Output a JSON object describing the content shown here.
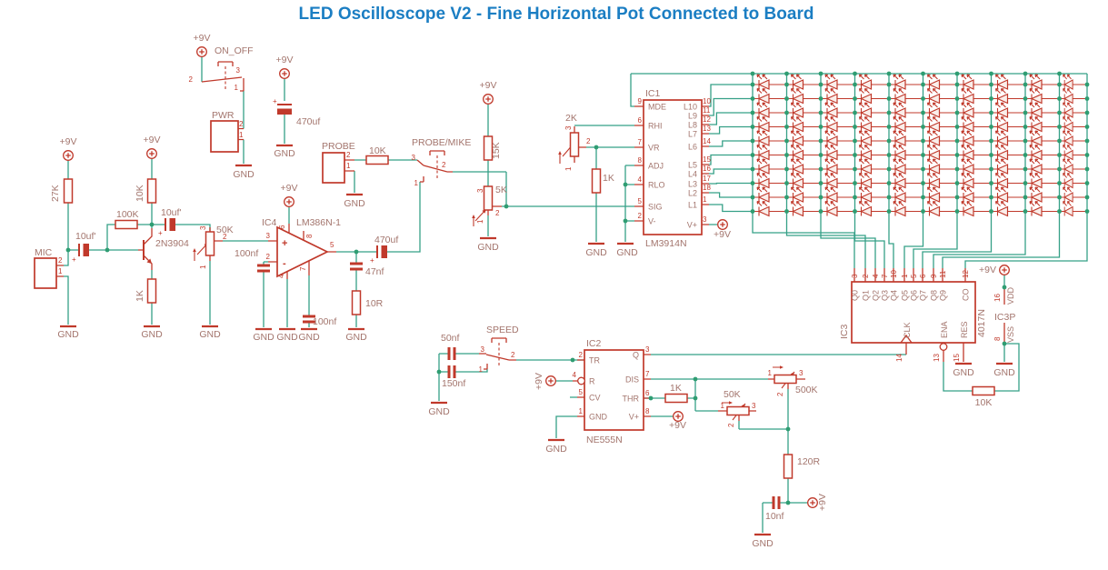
{
  "title": "LED Oscilloscope V2 - Fine Horizontal Pot Connected to Board",
  "colors": {
    "wire": "#35a087",
    "component": "#c0392b",
    "label": "#a3756d",
    "junction": "#2f9d72",
    "title_text": "#1b7ec3",
    "background": "#ffffff"
  },
  "labels": {
    "p9v": "+9V",
    "gnd": "GND",
    "plus": "+",
    "opamp_plus": "+",
    "opamp_minus": "-",
    "on_off": "ON_OFF",
    "pwr": "PWR",
    "mic": "MIC",
    "probe": "PROBE",
    "probe_mike": "PROBE/MIKE",
    "speed": "SPEED",
    "q1": "2N3904",
    "ic4": "IC4",
    "ic4_part": "LM386N-1",
    "ic1": "IC1",
    "ic1_part": "LM3914N",
    "ic2": "IC2",
    "ic2_part": "NE555N",
    "ic3": "IC3",
    "ic3_part": "4017N",
    "ic3p": "IC3P",
    "vdd": "VDD",
    "vss": "VSS"
  },
  "values": {
    "cap_470uf": "470uf",
    "cap_10uf": "10uf'",
    "cap_100nf": "100nf",
    "cap_47nf": "47nf",
    "cap_50nf": "50nf",
    "cap_150nf": "150nf",
    "cap_10nf": "10nf",
    "r_27k": "27K",
    "r_10k": "10K",
    "r_100k": "100K",
    "r_1k": "1K",
    "r_15k": "15K",
    "r_10r": "10R",
    "r_120r": "120R",
    "pot_50k": "50K",
    "pot_5k": "5K",
    "pot_2k": "2K",
    "pot_500k": "500K"
  },
  "pins": {
    "n1": "1",
    "n2": "2",
    "n3": "3",
    "n4": "4",
    "n5": "5",
    "n6": "6",
    "n7": "7",
    "n8": "8",
    "n9": "9",
    "n10": "10",
    "n11": "11",
    "n12": "12",
    "n13": "13",
    "n14": "14",
    "n15": "15",
    "n16": "16",
    "n17": "17",
    "n18": "18"
  },
  "ic1": {
    "left": [
      "MDE",
      "RHI",
      "VR",
      "ADJ",
      "RLO",
      "SIG",
      "V-"
    ],
    "right": [
      "L10",
      "L9",
      "L8",
      "L7",
      "L6",
      "L5",
      "L4",
      "L3",
      "L2",
      "L1"
    ],
    "vplus": "V+"
  },
  "ic2": {
    "left": [
      "TR",
      "R",
      "CV",
      "GND"
    ],
    "right": [
      "Q",
      "DIS",
      "THR",
      "V+"
    ]
  },
  "ic3": {
    "top": [
      "Q0",
      "Q1",
      "Q2",
      "Q3",
      "Q4",
      "Q5",
      "Q6",
      "Q7",
      "Q8",
      "Q9",
      "CO"
    ],
    "bottom": [
      "CLK",
      "ENA",
      "RES"
    ]
  }
}
